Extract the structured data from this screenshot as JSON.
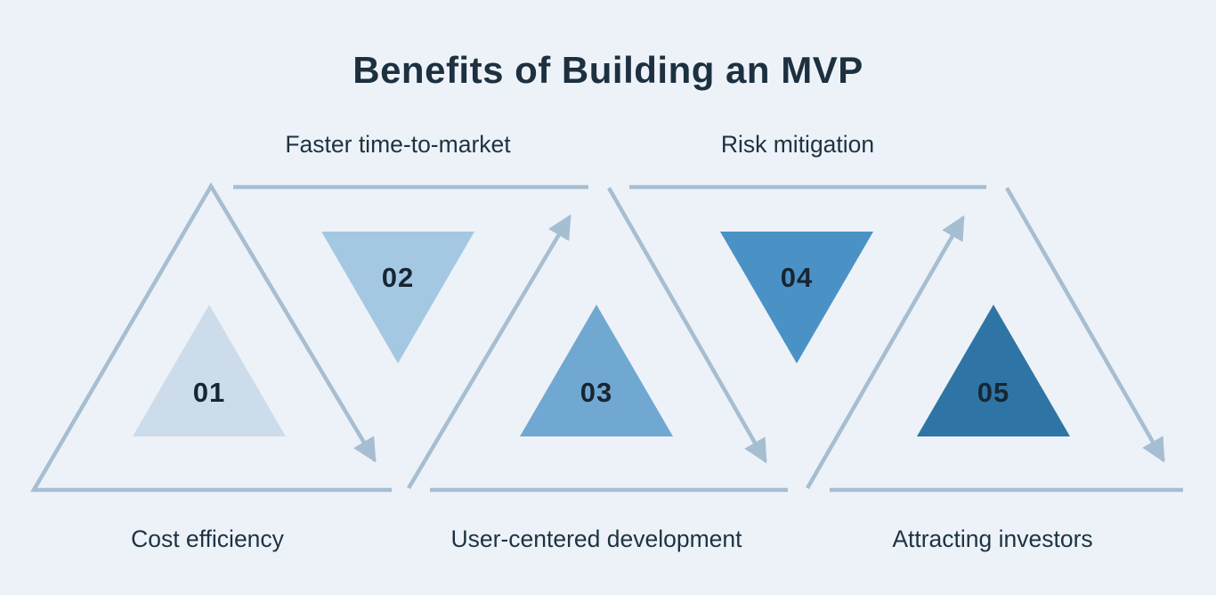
{
  "title": "Benefits of Building an MVP",
  "colors": {
    "background": "#edf2f8",
    "flow_line": "#a6bed2",
    "title_text": "#1c3040",
    "label_text": "#1d3342",
    "number_text": "#172633"
  },
  "steps": [
    {
      "number": "01",
      "label": "Cost efficiency",
      "color": "#cddcea",
      "orientation": "up",
      "label_position": "bottom"
    },
    {
      "number": "02",
      "label": "Faster time-to-market",
      "color": "#a5c8e2",
      "orientation": "down",
      "label_position": "top"
    },
    {
      "number": "03",
      "label": "User-centered development",
      "color": "#70a8d1",
      "orientation": "up",
      "label_position": "bottom"
    },
    {
      "number": "04",
      "label": "Risk mitigation",
      "color": "#4a92c5",
      "orientation": "down",
      "label_position": "top"
    },
    {
      "number": "05",
      "label": "Attracting investors",
      "color": "#2e75a5",
      "orientation": "up",
      "label_position": "bottom"
    }
  ]
}
